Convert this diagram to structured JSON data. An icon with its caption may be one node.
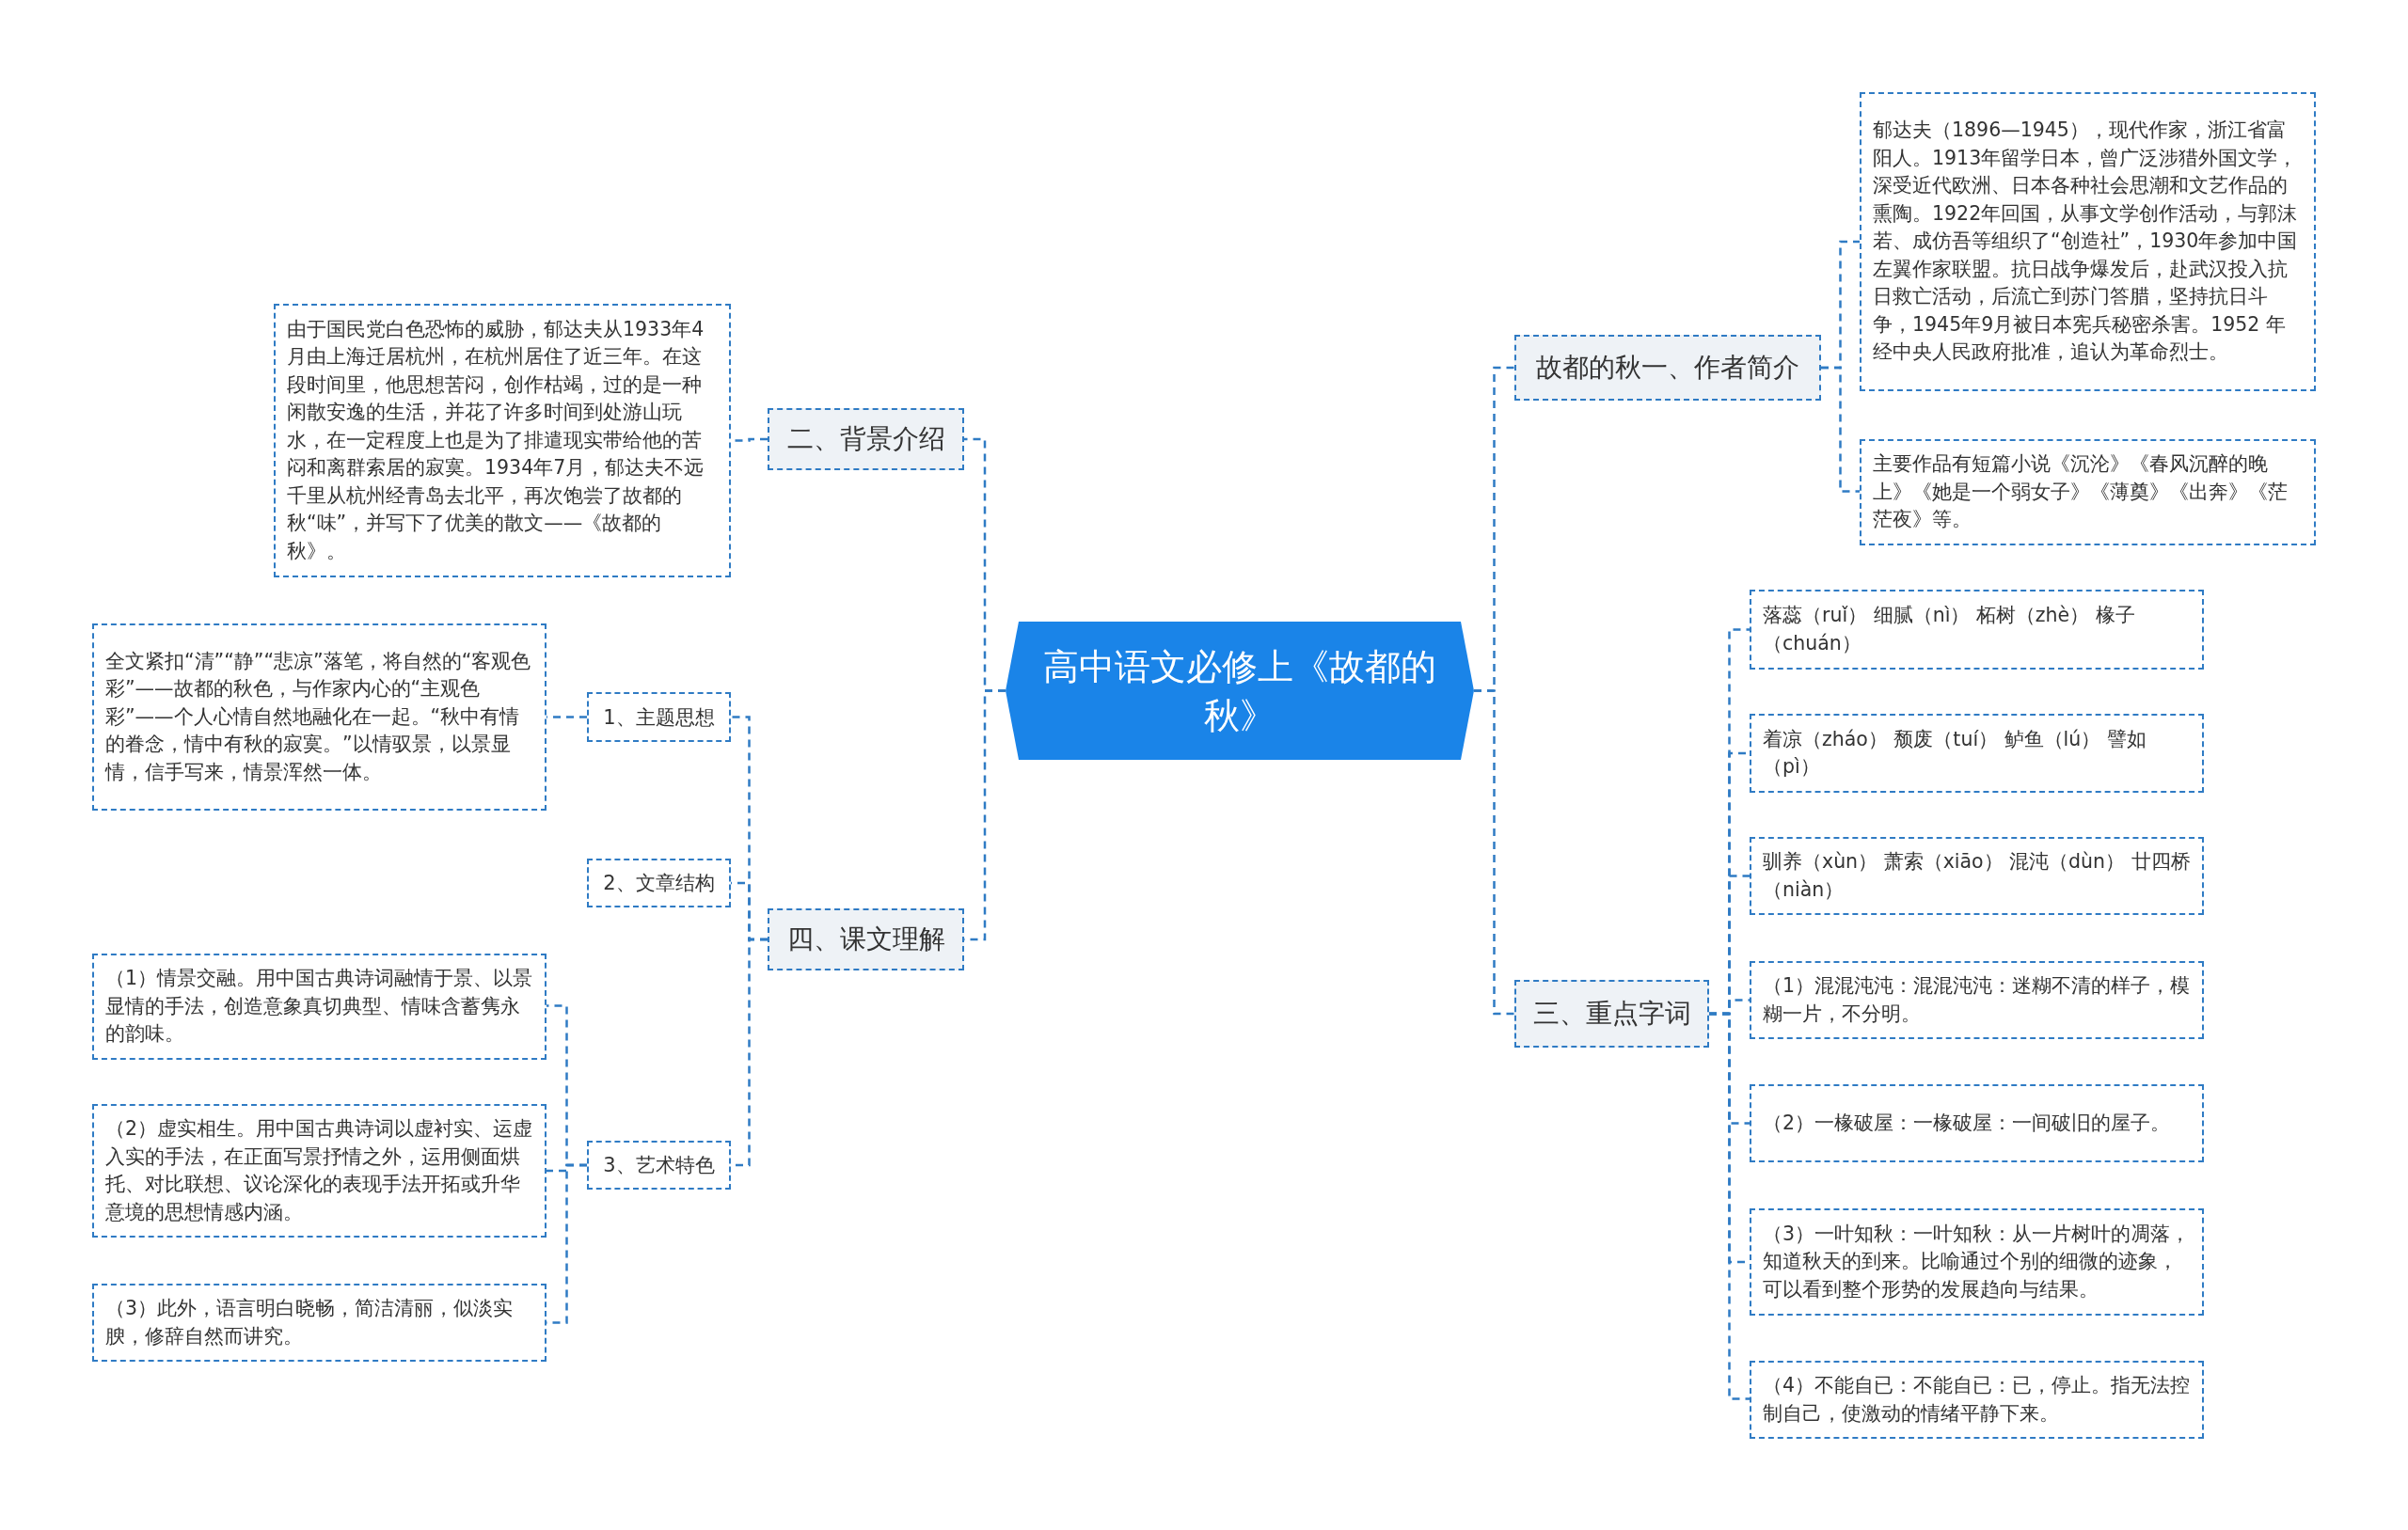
{
  "diagram": {
    "nodes": [
      {
        "text": [
          "高中语文必修上《故都的秋》"
        ]
      },
      {
        "text": [
          "二、背景介绍"
        ]
      },
      {
        "text": [
          "由于国民党白色恐怖的威胁，郁达夫从1933年4月由上海迁居杭州，在杭州居住了近三年。在这段时间里，他思想苦闷，创作枯竭，过的是一种闲散安逸的生活，并花了许多时间到处游山玩水，在一定程度上也是为了排遣现实带给他的苦闷和离群索居的寂寞。1934年7月，郁达夫不远千里从杭州经青岛去北平，再次饱尝了故都的秋“味”，并写下了优美的散文——《故都的秋》。"
        ]
      },
      {
        "text": [
          "四、课文理解"
        ]
      },
      {
        "text": [
          "1、主题思想"
        ]
      },
      {
        "text": [
          "全文紧扣“清”“静”“悲凉”落笔，将自然的“客观色彩”——故都的秋色，与作家内心的“主观色彩”——个人心情自然地融化在一起。“秋中有情的眷念，情中有秋的寂寞。”以情驭景，以景显情，信手写来，情景浑然一体。"
        ]
      },
      {
        "text": [
          "2、文章结构"
        ]
      },
      {
        "text": [
          "3、艺术特色"
        ]
      },
      {
        "text": [
          "（1）情景交融。用中国古典诗词融情于景、以景显情的手法，创造意象真切典型、情味含蓄隽永的韵味。"
        ]
      },
      {
        "text": [
          "（2）虚实相生。用中国古典诗词以虚衬实、运虚入实的手法，在正面写景抒情之外，运用侧面烘托、对比联想、议论深化的表现手法开拓或升华意境的思想情感内涵。"
        ]
      },
      {
        "text": [
          "（3）此外，语言明白晓畅，简洁清丽，似淡实腴，修辞自然而讲究。"
        ]
      },
      {
        "text": [
          "故都的秋一、作者简介"
        ]
      },
      {
        "text": [
          "郁达夫（1896—1945），现代作家，浙江省富阳人。1913年留学日本，曾广泛涉猎外国文学，深受近代欧洲、日本各种社会思潮和文艺作品的熏陶。1922年回国，从事文学创作活动，与郭沫若、成仿吾等组织了“创造社”，1930年参加中国左翼作家联盟。抗日战争爆发后，赴武汉投入抗日救亡活动，后流亡到苏门答腊，坚持抗日斗争，1945年9月被日本宪兵秘密杀害。1952 年经中央人民政府批准，追认为革命烈士。"
        ]
      },
      {
        "text": [
          "主要作品有短篇小说《沉沦》《春风沉醉的晚上》《她是一个弱女子》《薄奠》《出奔》《茫茫夜》等。"
        ]
      },
      {
        "text": [
          "三、重点字词"
        ]
      },
      {
        "text": [
          "落蕊（ruǐ） 细腻（nì） 柘树（zhè） 椽子（chuán）"
        ]
      },
      {
        "text": [
          "着凉（zháo） 颓废（tuí） 鲈鱼（lú） 譬如（pì）"
        ]
      },
      {
        "text": [
          "驯养（xùn） 萧索（xiāo） 混沌（dùn） 廿四桥（niàn）"
        ]
      },
      {
        "text": [
          "（1）混混沌沌：混混沌沌：迷糊不清的样子，模糊一片，不分明。"
        ]
      },
      {
        "text": [
          "（2）一椽破屋：一椽破屋：一间破旧的屋子。"
        ]
      },
      {
        "text": [
          "（3）一叶知秋：一叶知秋：从一片树叶的凋落，知道秋天的到来。比喻通过个别的细微的迹象，可以看到整个形势的发展趋向与结果。"
        ]
      },
      {
        "text": [
          "（4）不能自已：不能自已：已，停止。指无法控制自己，使激动的情绪平静下来。"
        ]
      }
    ],
    "edges": [
      {
        "from": 0,
        "to": 1,
        "arrow": "none"
      },
      {
        "from": 1,
        "to": 2,
        "arrow": "none"
      },
      {
        "from": 0,
        "to": 3,
        "arrow": "none"
      },
      {
        "from": 3,
        "to": 4,
        "arrow": "none"
      },
      {
        "from": 4,
        "to": 5,
        "arrow": "none"
      },
      {
        "from": 3,
        "to": 6,
        "arrow": "none"
      },
      {
        "from": 3,
        "to": 7,
        "arrow": "none"
      },
      {
        "from": 7,
        "to": 8,
        "arrow": "none"
      },
      {
        "from": 7,
        "to": 9,
        "arrow": "none"
      },
      {
        "from": 7,
        "to": 10,
        "arrow": "none"
      },
      {
        "from": 0,
        "to": 11,
        "arrow": "none"
      },
      {
        "from": 11,
        "to": 12,
        "arrow": "none"
      },
      {
        "from": 11,
        "to": 13,
        "arrow": "none"
      },
      {
        "from": 0,
        "to": 14,
        "arrow": "none"
      },
      {
        "from": 14,
        "to": 15,
        "arrow": "none"
      },
      {
        "from": 14,
        "to": 16,
        "arrow": "none"
      },
      {
        "from": 14,
        "to": 17,
        "arrow": "none"
      },
      {
        "from": 14,
        "to": 18,
        "arrow": "none"
      },
      {
        "from": 14,
        "to": 19,
        "arrow": "none"
      },
      {
        "from": 14,
        "to": 20,
        "arrow": "none"
      },
      {
        "from": 14,
        "to": 21,
        "arrow": "none"
      }
    ]
  }
}
